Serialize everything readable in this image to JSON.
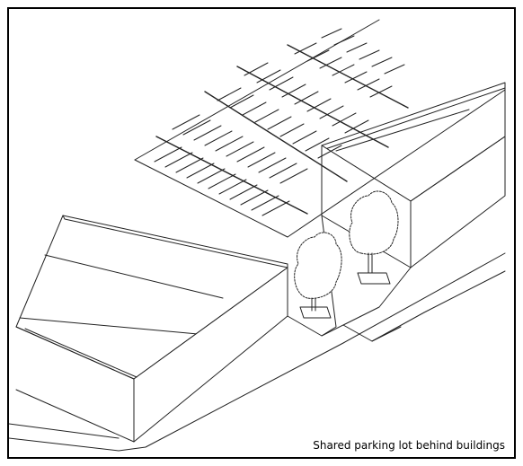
{
  "caption": "Shared parking lot behind buildings",
  "colors": {
    "ink": "#222222",
    "paper": "#ffffff",
    "frame": "#000000"
  },
  "scene": {
    "subject": "isometric sketch",
    "elements": [
      "left-building",
      "right-building",
      "shared-parking-lot",
      "pedestrian-passage",
      "street-tree-left",
      "street-tree-right",
      "sidewalk-curb"
    ]
  }
}
